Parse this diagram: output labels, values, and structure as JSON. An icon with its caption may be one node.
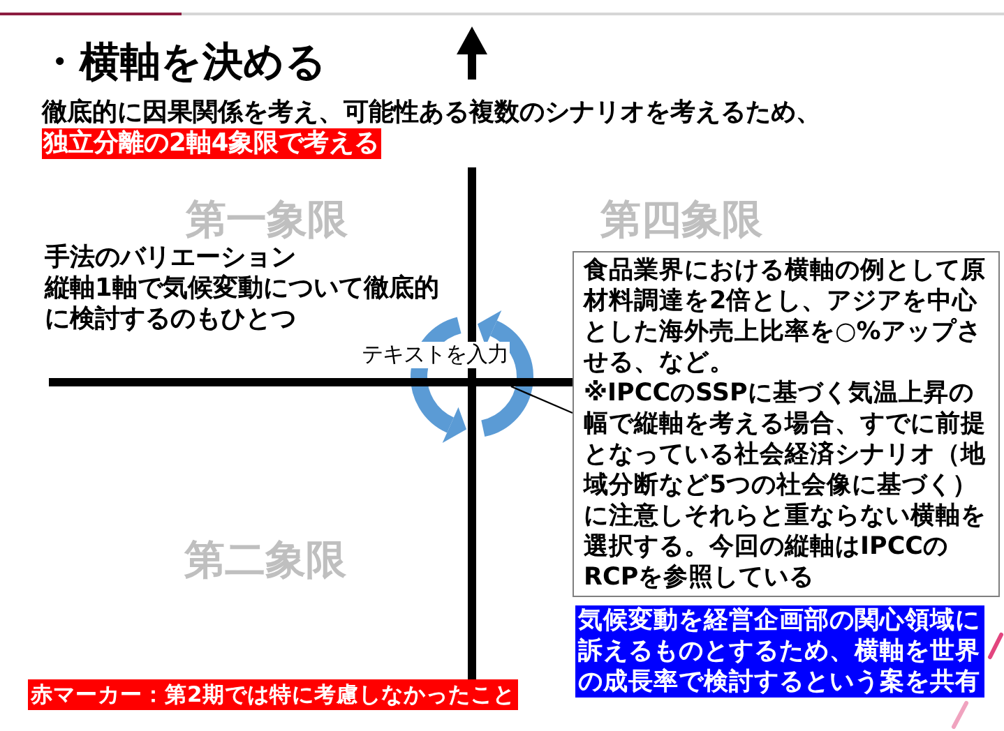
{
  "diagram": {
    "title": "・横軸を決める",
    "nodes": [
      {
        "text": [
          "食品業界における横軸の例として原材料調達を2倍とし、アジアを中心とした海外売上比率を○%アップさせる、など。",
          "※IPCCのSSPに基づく気温上昇の幅で縦軸を考える場合、すでに前提となっている社会経済シナリオ（地域分断など5つの社会像に基づく）に注意しそれらと重ならない横軸を選択する。今回の縦軸はIPCCのRCPを参照している"
        ]
      },
      {
        "text": [],
        "shape": "line"
      }
    ],
    "edges": [
      {
        "from": 0,
        "to": 1,
        "arrow": "none"
      }
    ],
    "labels": [
      "徹底的に因果関係を考え、可能性ある複数のシナリオを考えるため、",
      "独立分離の2軸4象限で考える",
      "第一象限",
      "第四象限",
      "手法のバリエーション",
      "縦軸1軸で気候変動について徹底的に検討するのもひとつ",
      "テキストを入力",
      "第二象限",
      "気候変動を経営企画部の関心領域に訴えるものとするため、横軸を世界の成長率で検討するという案を共有",
      "赤マーカー：第2期では特に考慮しなかったこと"
    ]
  }
}
